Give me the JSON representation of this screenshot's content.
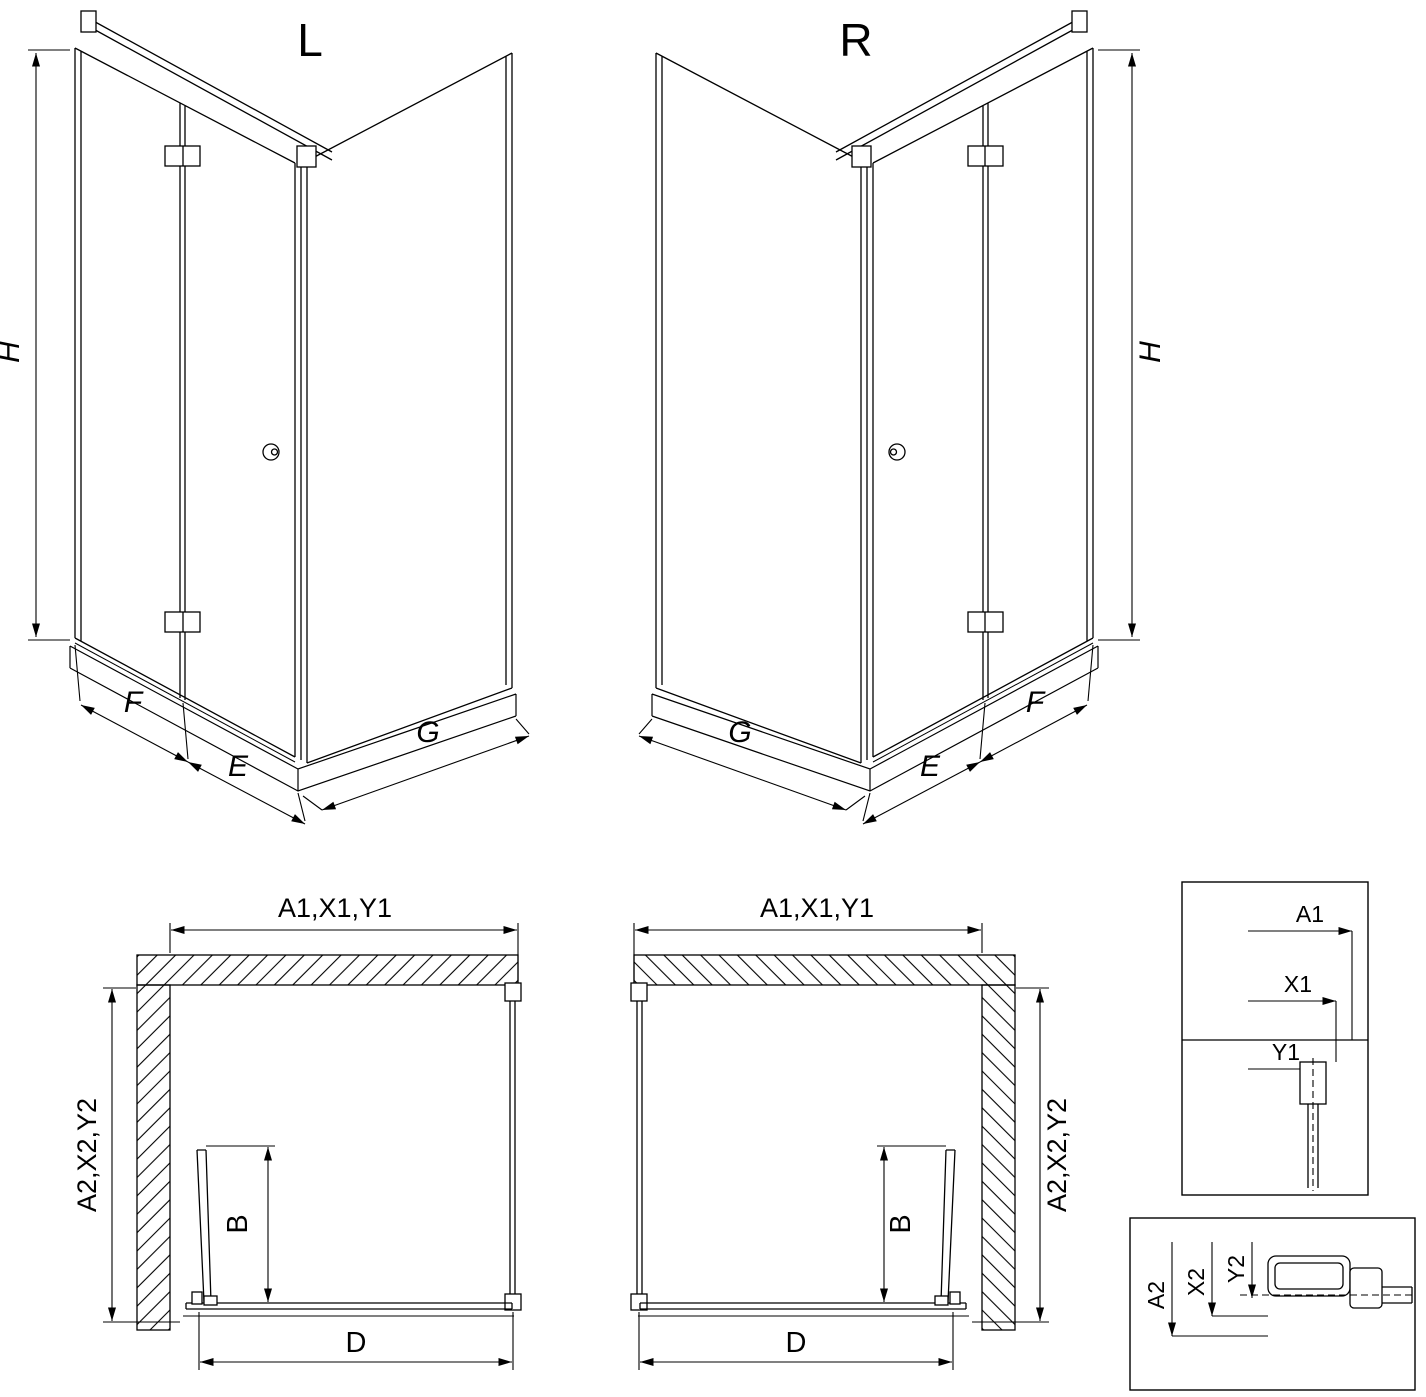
{
  "drawing": {
    "background_color": "#ffffff",
    "line_color": "#000000",
    "views": {
      "iso_left": {
        "title": "L",
        "h": "H",
        "f": "F",
        "e": "E",
        "g": "G"
      },
      "iso_right": {
        "title": "R",
        "h": "H",
        "f": "F",
        "e": "E",
        "g": "G"
      },
      "plan_left": {
        "width": "A1,X1,Y1",
        "depth": "A2,X2,Y2",
        "b": "B",
        "d": "D"
      },
      "plan_right": {
        "width": "A1,X1,Y1",
        "depth": "A2,X2,Y2",
        "b": "B",
        "d": "D"
      },
      "detail_width": {
        "a1": "A1",
        "x1": "X1",
        "y1": "Y1"
      },
      "detail_depth": {
        "a2": "A2",
        "x2": "X2",
        "y2": "Y2"
      }
    }
  }
}
